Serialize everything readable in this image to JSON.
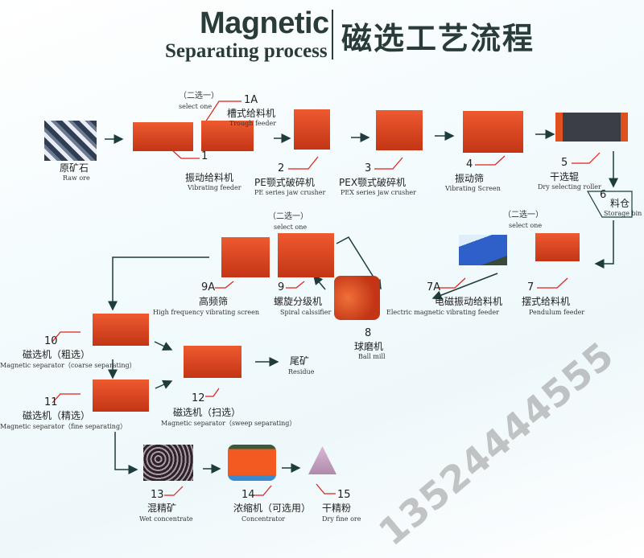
{
  "title": {
    "en_line1": "Magnetic",
    "en_line2": "Separating process",
    "cn": "磁选工艺流程"
  },
  "select_one": {
    "cn": "（二选一）",
    "en": "select one"
  },
  "nodes": [
    {
      "id": "raw",
      "num": "",
      "cn": "原矿石",
      "en": "Raw ore",
      "icon": "raw-ore-image"
    },
    {
      "id": "n1",
      "num": "1",
      "cn": "振动给料机",
      "en": "Vibrating feeder",
      "icon": "vibrating-feeder-image"
    },
    {
      "id": "n1a",
      "num": "1A",
      "cn": "槽式给料机",
      "en": "Trough feeder",
      "icon": "trough-feeder-image"
    },
    {
      "id": "n2",
      "num": "2",
      "cn": "PE颚式破碎机",
      "en": "PE series jaw crusher",
      "icon": "jaw-crusher-image"
    },
    {
      "id": "n3",
      "num": "3",
      "cn": "PEX颚式破碎机",
      "en": "PEX series jaw crusher",
      "icon": "pex-jaw-crusher-image"
    },
    {
      "id": "n4",
      "num": "4",
      "cn": "振动筛",
      "en": "Vibrating Screen",
      "icon": "vibrating-screen-image"
    },
    {
      "id": "n5",
      "num": "5",
      "cn": "干选辊",
      "en": "Dry selecting roller",
      "icon": "dry-roller-image"
    },
    {
      "id": "n6",
      "num": "6",
      "cn": "料仓",
      "en": "Storage bin",
      "icon": "storage-bin-shape"
    },
    {
      "id": "n7",
      "num": "7",
      "cn": "摆式给料机",
      "en": "Pendulum feeder",
      "icon": "pendulum-feeder-image"
    },
    {
      "id": "n7a",
      "num": "7A",
      "cn": "电磁振动给料机",
      "en": "Electric magnetic vibrating feeder",
      "icon": "electromagnetic-feeder-image"
    },
    {
      "id": "n8",
      "num": "8",
      "cn": "球磨机",
      "en": "Ball mill",
      "icon": "ball-mill-image"
    },
    {
      "id": "n9",
      "num": "9",
      "cn": "螺旋分级机",
      "en": "Spiral calssifier",
      "icon": "spiral-classifier-image"
    },
    {
      "id": "n9a",
      "num": "9A",
      "cn": "高频筛",
      "en": "High frequency vibrating screen",
      "icon": "high-frequency-screen-image"
    },
    {
      "id": "n10",
      "num": "10",
      "cn": "磁选机（粗选）",
      "en": "Magnetic separator（coarse separating）",
      "icon": "magnetic-separator-image"
    },
    {
      "id": "n11",
      "num": "11",
      "cn": "磁选机（精选）",
      "en": "Magnetic separator（fine separating）",
      "icon": "magnetic-separator-image"
    },
    {
      "id": "n12",
      "num": "12",
      "cn": "磁选机（扫选）",
      "en": "Magnetic separator（sweep separating）",
      "icon": "magnetic-separator-image"
    },
    {
      "id": "res",
      "num": "",
      "cn": "尾矿",
      "en": "Residue",
      "icon": ""
    },
    {
      "id": "n13",
      "num": "13",
      "cn": "混精矿",
      "en": "Wet concentrate",
      "icon": "wet-concentrate-image"
    },
    {
      "id": "n14",
      "num": "14",
      "cn": "浓缩机（可选用）",
      "en": "Concentrator",
      "icon": "concentrator-image"
    },
    {
      "id": "n15",
      "num": "15",
      "cn": "干精粉",
      "en": "Dry fine ore",
      "icon": "dry-fine-ore-pile"
    }
  ],
  "colors": {
    "machine": "#d9411f",
    "leader_line": "#e0201a",
    "arrow": "#1d3c3c",
    "title": "#2a3c3a"
  },
  "watermark": "13524444555"
}
